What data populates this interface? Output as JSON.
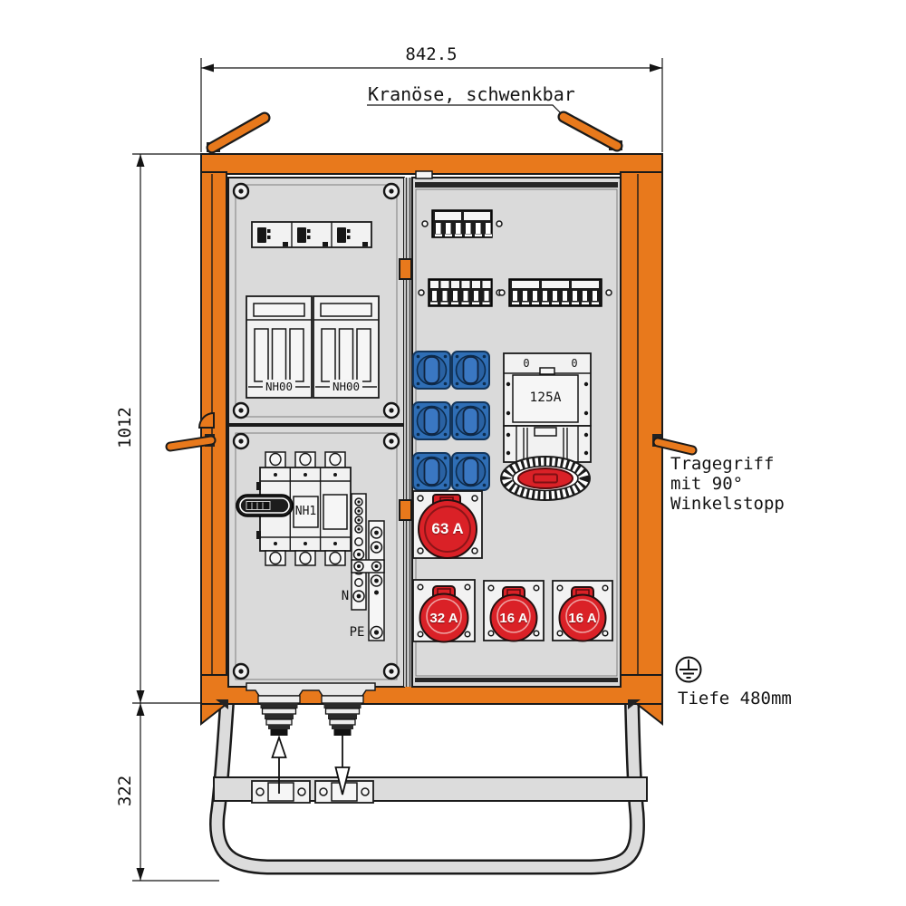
{
  "dimensions": {
    "top_width": "842.5",
    "left_height": "1012",
    "stand_height": "322"
  },
  "annotations": {
    "crane_eye": "Kranöse, schwenkbar",
    "carry_handle": [
      "Tragegriff",
      "mit 90°",
      "Winkelstopp"
    ],
    "depth": "Tiefe 480mm"
  },
  "cabinet": {
    "left_door": {
      "fuse_switch_1": "NH00",
      "fuse_switch_2": "NH00",
      "main_switch": "NH1",
      "neutral_terminal": "N",
      "pe_terminal": "PE"
    },
    "right_panel": {
      "meter_left": "0",
      "meter_right": "0",
      "cee_socket_125": "125A",
      "cee_socket_63": "63 A",
      "cee_socket_32": "32 A",
      "cee_socket_16_1": "16 A",
      "cee_socket_16_2": "16 A"
    }
  },
  "colors": {
    "orange": "#E8791C",
    "panel_gray": "#DADADA",
    "socket_blue": "#2F6EB5",
    "socket_red": "#DA2127",
    "outline": "#1A1A1A",
    "white": "#FFFFFF"
  }
}
